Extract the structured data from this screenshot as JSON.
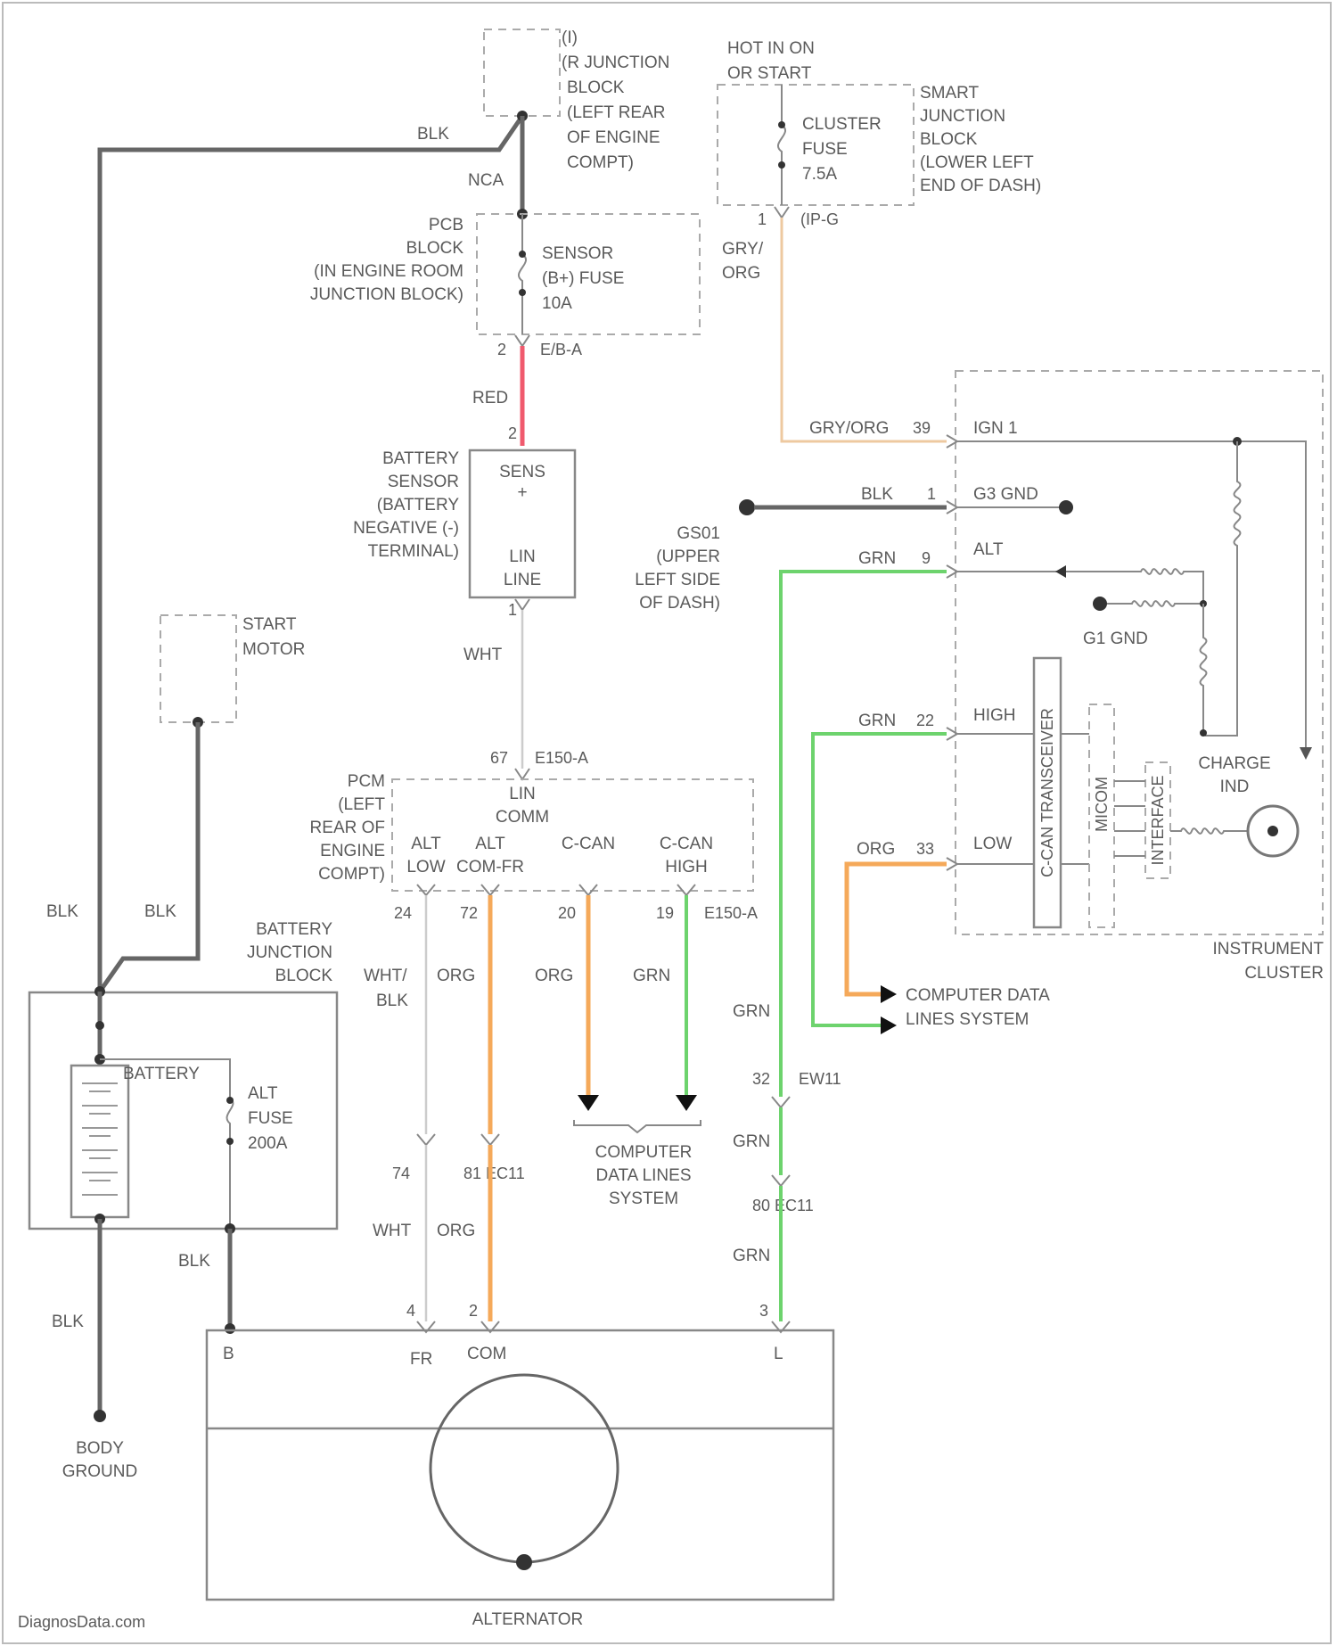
{
  "labels": {
    "jb_top": [
      "(I)",
      "(R JUNCTION",
      "BLOCK",
      "(LEFT REAR",
      "OF ENGINE",
      "COMPT)"
    ],
    "hot_in": [
      "HOT IN ON",
      "OR START"
    ],
    "cluster_fuse": [
      "CLUSTER",
      "FUSE",
      "7.5A"
    ],
    "smart_jb": [
      "SMART",
      "JUNCTION",
      "BLOCK",
      "(LOWER LEFT",
      "END OF DASH)"
    ],
    "cluster_fuse_pin": "1",
    "cluster_fuse_conn": "(IP-G",
    "nca": "NCA",
    "blk_top": "BLK",
    "pcb_block": [
      "PCB",
      "BLOCK",
      "(IN ENGINE ROOM",
      "JUNCTION BLOCK)"
    ],
    "sensor_fuse": [
      "SENSOR",
      "(B+) FUSE",
      "10A"
    ],
    "sensor_fuse_pin": "2",
    "sensor_fuse_conn": "E/B-A",
    "red": "RED",
    "gry_org_v": [
      "GRY/",
      "ORG"
    ],
    "battery_sensor": [
      "BATTERY",
      "SENSOR",
      "(BATTERY",
      "NEGATIVE (-)",
      "TERMINAL)"
    ],
    "sens_box": [
      "SENS",
      "+"
    ],
    "lin_box": [
      "LIN",
      "LINE"
    ],
    "sens_pin": "2",
    "lin_pin": "1",
    "wht": "WHT",
    "start_motor": [
      "START",
      "MOTOR"
    ],
    "gryorg_h": "GRY/ORG",
    "pin_39": "39",
    "ign1": "IGN 1",
    "blk_mid": "BLK",
    "pin_1": "1",
    "g3_gnd": "G3 GND",
    "gs01": [
      "GS01",
      "(UPPER",
      "LEFT SIDE",
      "OF DASH)"
    ],
    "grn_alt": "GRN",
    "pin_9": "9",
    "alt": "ALT",
    "g1_gnd": "G1 GND",
    "grn_high": "GRN",
    "pin_22": "22",
    "high": "HIGH",
    "org_low": "ORG",
    "pin_33": "33",
    "low": "LOW",
    "can_trans": "C-CAN TRANSCEIVER",
    "micom": "MICOM",
    "interface": "INTERFACE",
    "charge_ind": [
      "CHARGE",
      "IND"
    ],
    "instrument_cluster": [
      "INSTRUMENT",
      "CLUSTER"
    ],
    "comp_data_right": [
      "COMPUTER DATA",
      "LINES SYSTEM"
    ],
    "pin_67": "67",
    "e150a_top": "E150-A",
    "pcm": [
      "PCM",
      "(LEFT",
      "REAR OF",
      "ENGINE",
      "COMPT)"
    ],
    "lin_comm": [
      "LIN",
      "COMM"
    ],
    "alt_low": [
      "ALT",
      "LOW"
    ],
    "alt_comfr": [
      "ALT",
      "COM-FR"
    ],
    "c_can": "C-CAN",
    "c_can_high": [
      "C-CAN",
      "HIGH"
    ],
    "pin_24": "24",
    "pin_72": "72",
    "pin_20": "20",
    "pin_19": "19",
    "e150a_bot": "E150-A",
    "blk_left1": "BLK",
    "blk_left2": "BLK",
    "battery_jb": [
      "BATTERY",
      "JUNCTION",
      "BLOCK"
    ],
    "wht_blk": [
      "WHT/",
      "BLK"
    ],
    "org_w1": "ORG",
    "org_w2": "ORG",
    "grn_w1": "GRN",
    "grn_w2": "GRN",
    "battery": "BATTERY",
    "alt_fuse": [
      "ALT",
      "FUSE",
      "200A"
    ],
    "comp_data_bottom": [
      "COMPUTER",
      "DATA LINES",
      "SYSTEM"
    ],
    "pin_32": "32",
    "ew11": "EW11",
    "grn_w3": "GRN",
    "pin_74": "74",
    "pin_81_ec11": "81 EC11",
    "pin_80_ec11": "80 EC11",
    "grn_w4": "GRN",
    "wht_lower": "WHT",
    "org_lower": "ORG",
    "blk_lower1": "BLK",
    "blk_lower2": "BLK",
    "alt_pin4": "4",
    "alt_pin2": "2",
    "alt_pin3": "3",
    "alt_b": "B",
    "alt_fr": "FR",
    "alt_com": "COM",
    "alt_l": "L",
    "body_ground": [
      "BODY",
      "GROUND"
    ],
    "alternator": "ALTERNATOR",
    "watermark": "DiagnosData.com"
  },
  "colors": {
    "blk": "#666666",
    "red": "#f05a6e",
    "wht": "#cccccc",
    "gry_org": "#eec9a0",
    "grn": "#6dd36d",
    "org": "#f5a95a"
  }
}
